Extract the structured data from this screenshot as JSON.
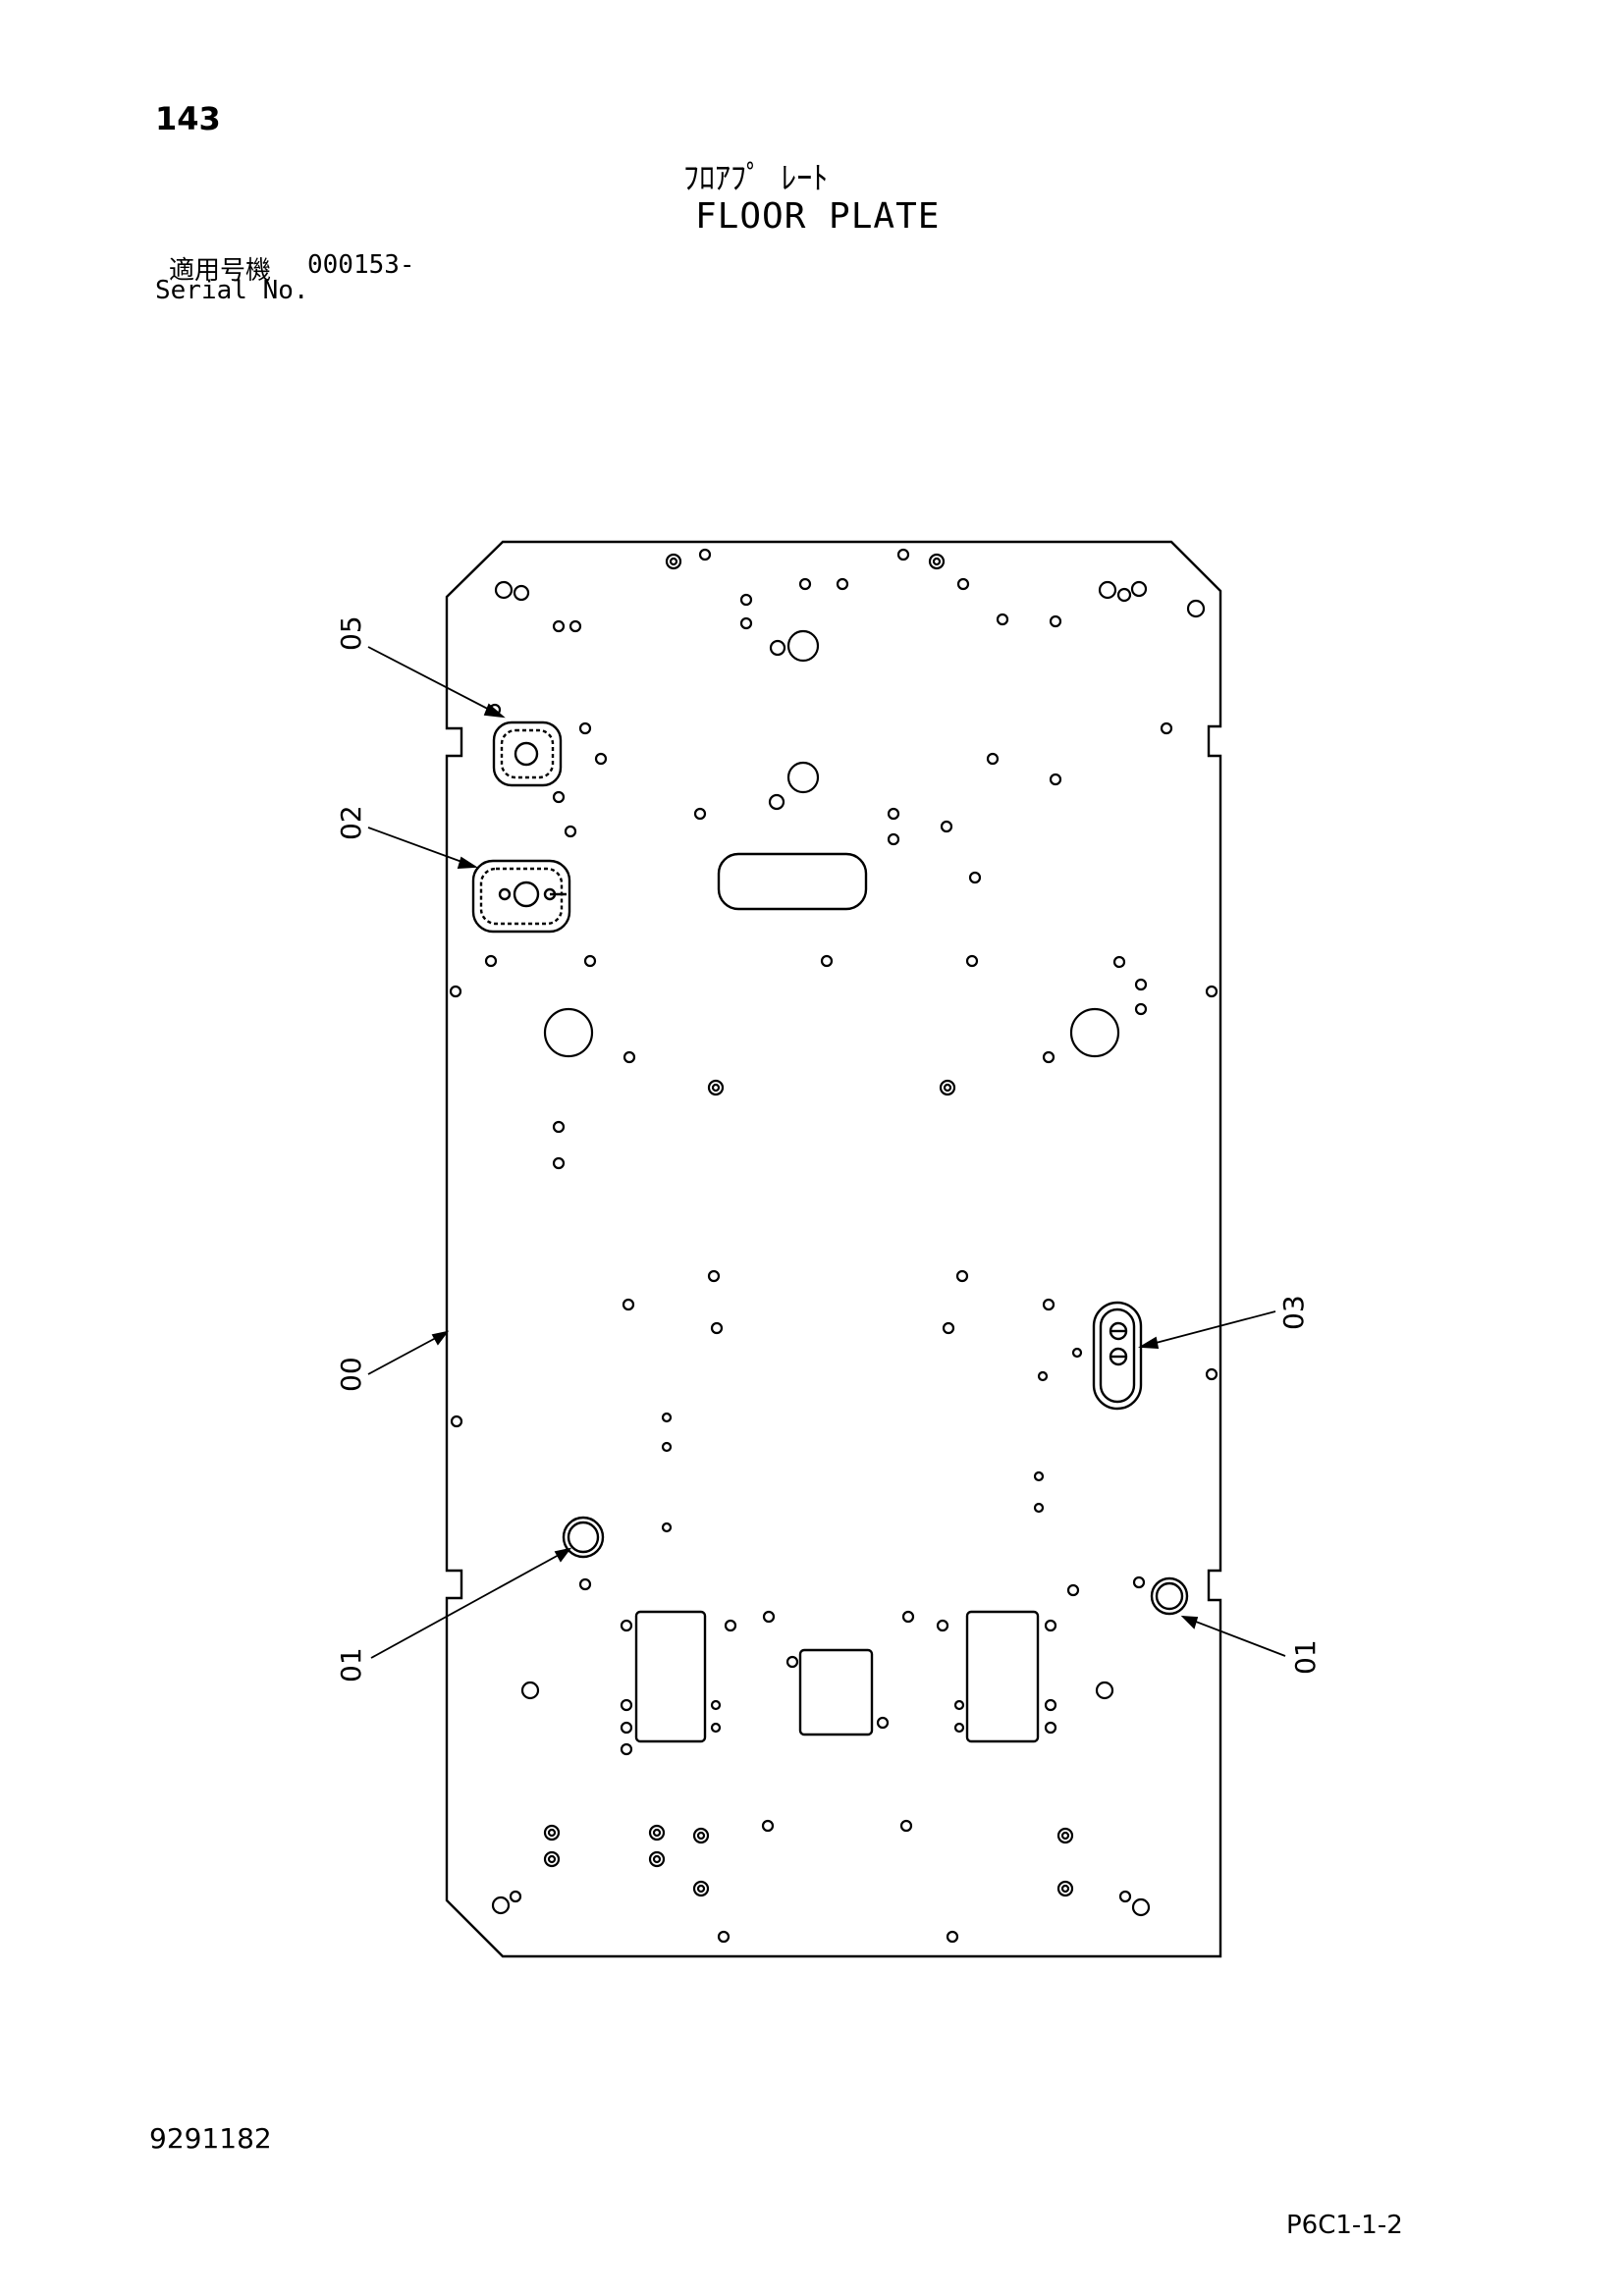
{
  "header": {
    "page_number": "143",
    "title_ja": "ﾌﾛｱﾌﾟ ﾚｰﾄ",
    "title_en": "FLOOR PLATE",
    "serial_label_ja": "適用号機",
    "serial_value": "000153-",
    "serial_label_en": "Serial No."
  },
  "callouts": {
    "c00": "00",
    "c01_left": "01",
    "c01_right": "01",
    "c02": "02",
    "c03": "03",
    "c05": "05"
  },
  "footer": {
    "drawing_number": "9291182",
    "page_code": "P6C1-1-2"
  }
}
